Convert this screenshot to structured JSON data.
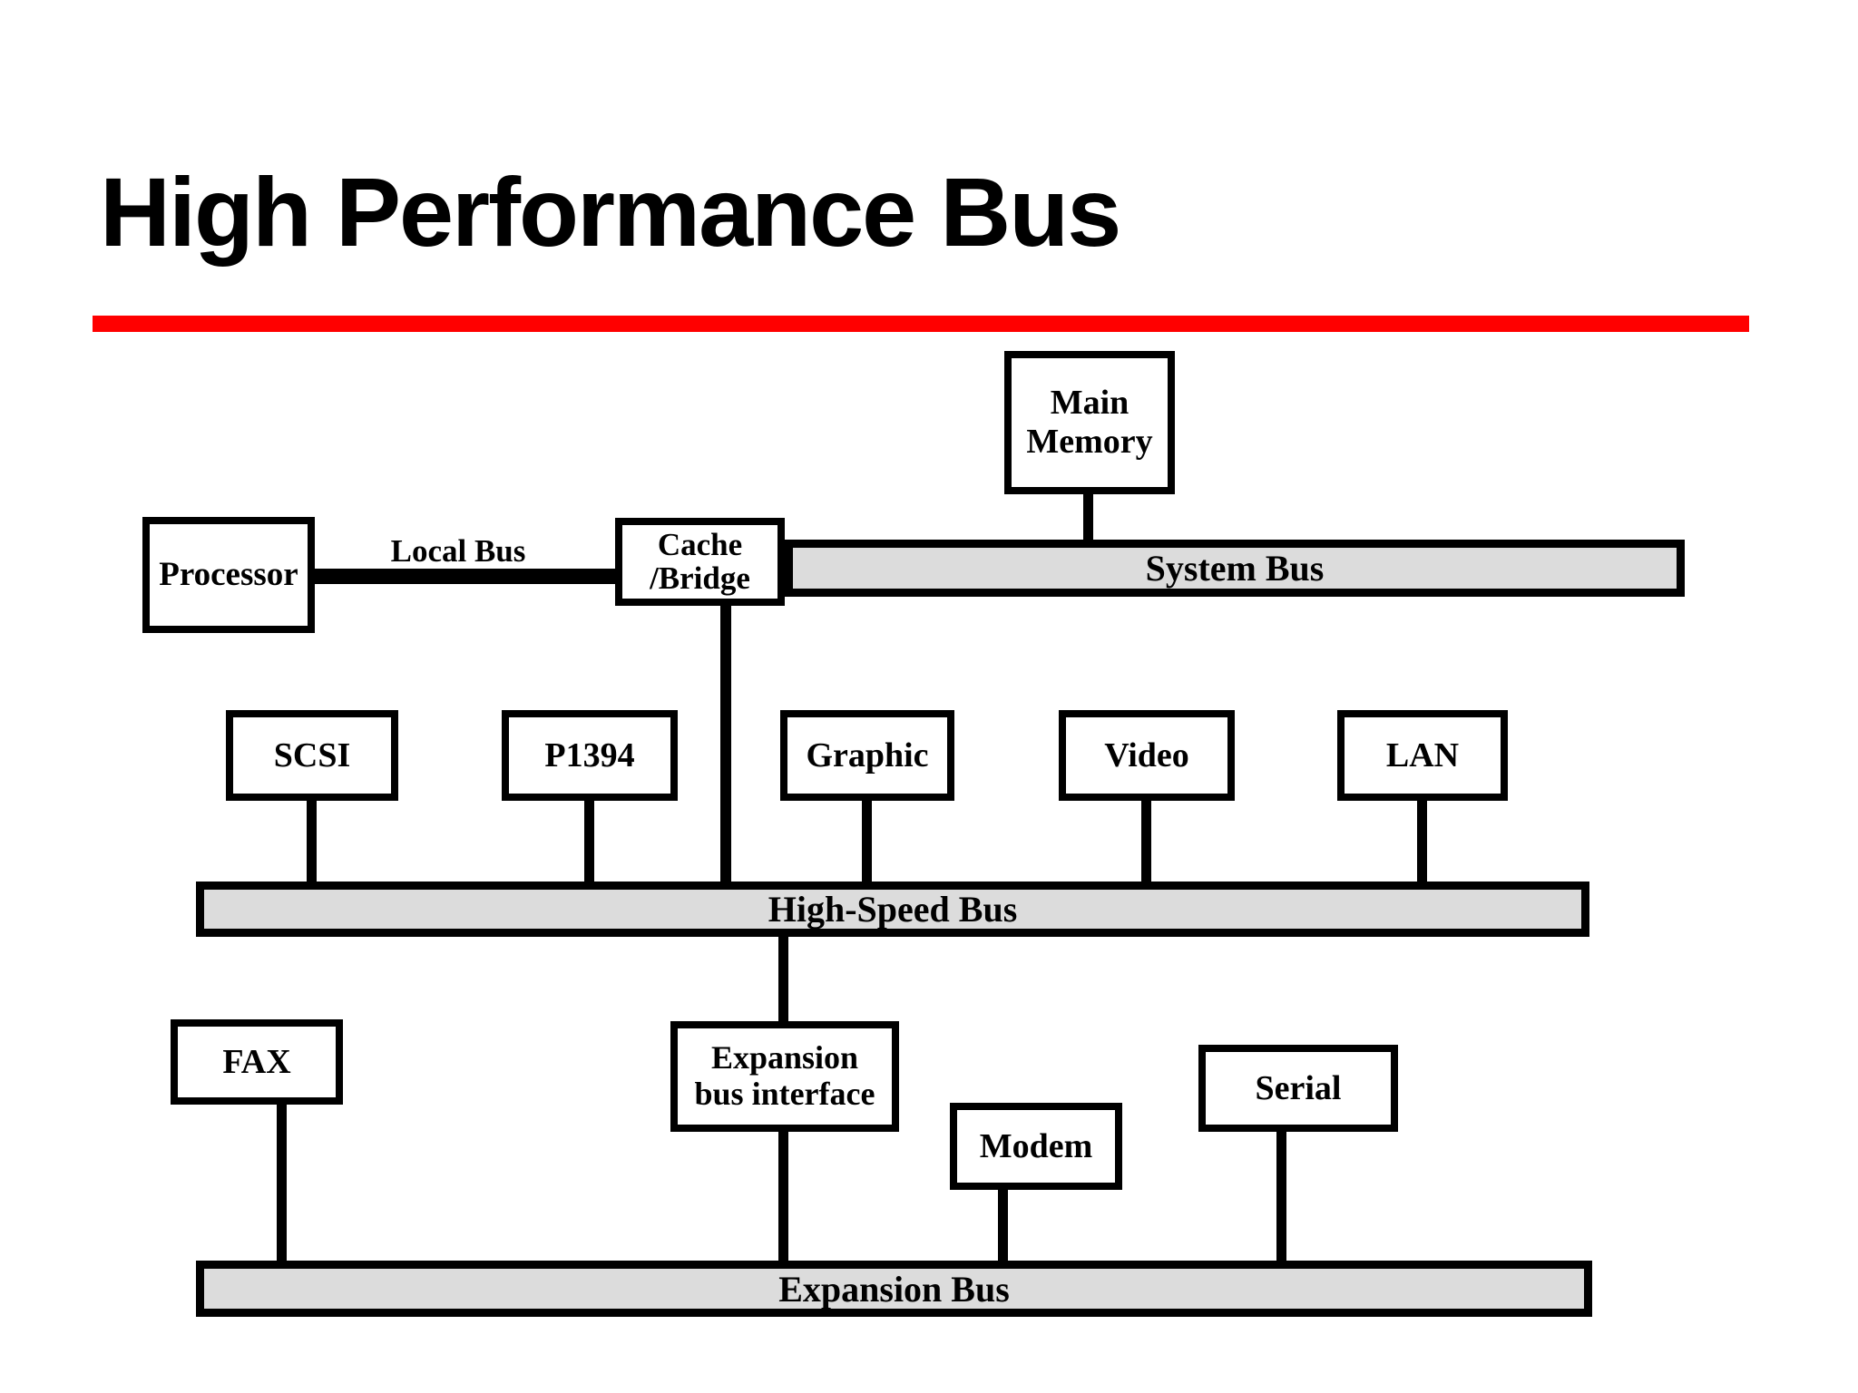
{
  "title": "High Performance Bus",
  "colors": {
    "accent_rule": "#ff0000",
    "bus_fill": "#dcdcdc",
    "line": "#000000",
    "background": "#ffffff"
  },
  "labels": {
    "local_bus": "Local Bus"
  },
  "buses": {
    "system": {
      "label": "System Bus"
    },
    "high_speed": {
      "label": "High-Speed Bus"
    },
    "expansion": {
      "label": "Expansion Bus"
    }
  },
  "boxes": {
    "main_memory": {
      "lines": [
        "Main",
        "Memory"
      ]
    },
    "processor": {
      "lines": [
        "Processor"
      ]
    },
    "cache_bridge": {
      "lines": [
        "Cache",
        "/Bridge"
      ]
    },
    "scsi": {
      "lines": [
        "SCSI"
      ]
    },
    "p1394": {
      "lines": [
        "P1394"
      ]
    },
    "graphic": {
      "lines": [
        "Graphic"
      ]
    },
    "video": {
      "lines": [
        "Video"
      ]
    },
    "lan": {
      "lines": [
        "LAN"
      ]
    },
    "fax": {
      "lines": [
        "FAX"
      ]
    },
    "expansion_interface": {
      "lines": [
        "Expansion",
        "bus interface"
      ]
    },
    "modem": {
      "lines": [
        "Modem"
      ]
    },
    "serial": {
      "lines": [
        "Serial"
      ]
    }
  }
}
